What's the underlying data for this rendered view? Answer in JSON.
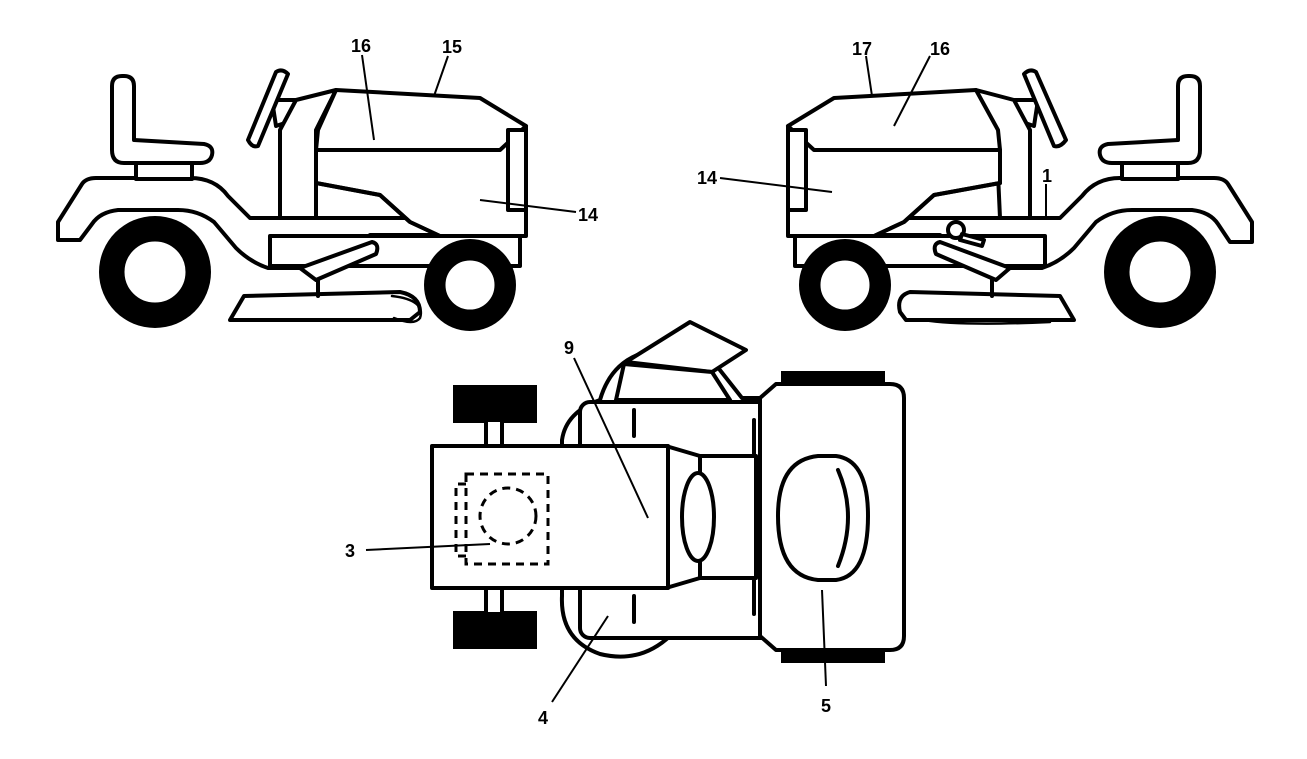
{
  "callouts": {
    "left_16": "16",
    "left_15": "15",
    "left_14": "14",
    "right_17": "17",
    "right_16": "16",
    "right_14": "14",
    "right_1": "1",
    "top_9": "9",
    "top_3": "3",
    "top_4": "4",
    "top_5": "5"
  },
  "colors": {
    "line": "#000000",
    "background": "#ffffff"
  }
}
